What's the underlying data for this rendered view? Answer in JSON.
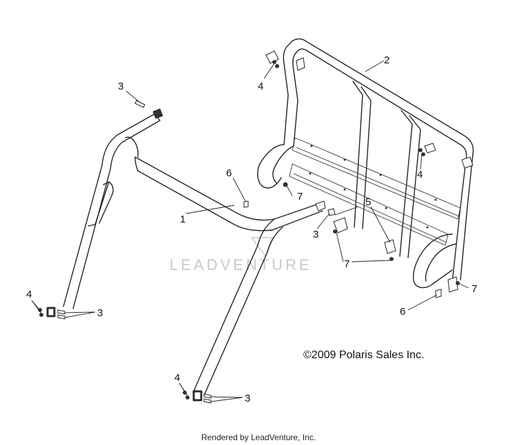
{
  "copyright": "©2009 Polaris Sales Inc.",
  "footer": "Rendered by LeadVenture, Inc.",
  "watermark": "LEADVENTURE",
  "callouts": {
    "c1": "1",
    "c2": "2",
    "c3a": "3",
    "c3b": "3",
    "c3c": "3",
    "c3d": "3",
    "c4a": "4",
    "c4b": "4",
    "c4c": "4",
    "c4d": "4",
    "c5": "5",
    "c6a": "6",
    "c6b": "6",
    "c7a": "7",
    "c7b": "7",
    "c7c": "7"
  }
}
